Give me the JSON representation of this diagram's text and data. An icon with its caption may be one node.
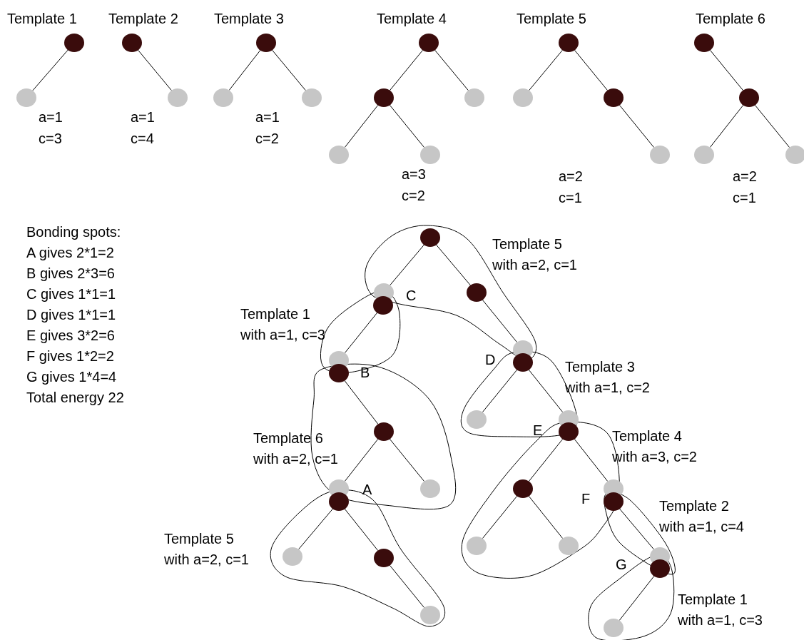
{
  "diagram": {
    "nodes": [
      {
        "text": [],
        "shape": "circle"
      },
      {
        "text": [],
        "shape": "circle"
      },
      {
        "text": [],
        "shape": "circle"
      },
      {
        "text": [],
        "shape": "circle"
      },
      {
        "text": [],
        "shape": "circle"
      },
      {
        "text": [],
        "shape": "circle"
      },
      {
        "text": [],
        "shape": "circle"
      },
      {
        "text": [],
        "shape": "circle"
      },
      {
        "text": [],
        "shape": "circle"
      },
      {
        "text": [],
        "shape": "circle"
      },
      {
        "text": [],
        "shape": "circle"
      },
      {
        "text": [],
        "shape": "circle"
      },
      {
        "text": [],
        "shape": "circle"
      },
      {
        "text": [],
        "shape": "circle"
      },
      {
        "text": [],
        "shape": "circle"
      },
      {
        "text": [],
        "shape": "circle"
      },
      {
        "text": [],
        "shape": "circle"
      },
      {
        "text": [],
        "shape": "circle"
      },
      {
        "text": [],
        "shape": "circle"
      },
      {
        "text": [],
        "shape": "circle"
      },
      {
        "text": [],
        "shape": "circle"
      },
      {
        "text": [],
        "shape": "circle"
      },
      {
        "text": [],
        "shape": "circle"
      },
      {
        "text": [],
        "shape": "circle"
      },
      {
        "text": [],
        "shape": "circle"
      },
      {
        "text": [],
        "shape": "circle"
      },
      {
        "text": [],
        "shape": "circle"
      },
      {
        "text": [],
        "shape": "circle"
      },
      {
        "text": [],
        "shape": "circle"
      },
      {
        "text": [],
        "shape": "circle"
      },
      {
        "text": [],
        "shape": "circle"
      },
      {
        "text": [],
        "shape": "circle"
      },
      {
        "text": [],
        "shape": "circle"
      },
      {
        "text": [],
        "shape": "circle"
      },
      {
        "text": [],
        "shape": "circle"
      },
      {
        "text": [],
        "shape": "circle"
      },
      {
        "text": [],
        "shape": "circle"
      },
      {
        "text": [],
        "shape": "circle"
      },
      {
        "text": [],
        "shape": "circle"
      },
      {
        "text": [],
        "shape": "circle"
      },
      {
        "text": [],
        "shape": "circle"
      },
      {
        "text": [],
        "shape": "circle"
      },
      {
        "text": [],
        "shape": "circle"
      },
      {
        "text": [],
        "shape": "circle"
      },
      {
        "text": [],
        "shape": "circle"
      },
      {
        "text": [],
        "shape": "circle"
      }
    ],
    "edges": [
      {
        "from": 0,
        "to": 1,
        "arrow": "none"
      },
      {
        "from": 2,
        "to": 3,
        "arrow": "none"
      },
      {
        "from": 4,
        "to": 5,
        "arrow": "none"
      },
      {
        "from": 4,
        "to": 6,
        "arrow": "none"
      },
      {
        "from": 7,
        "to": 8,
        "arrow": "none"
      },
      {
        "from": 7,
        "to": 9,
        "arrow": "none"
      },
      {
        "from": 8,
        "to": 10,
        "arrow": "none"
      },
      {
        "from": 8,
        "to": 11,
        "arrow": "none"
      },
      {
        "from": 12,
        "to": 13,
        "arrow": "none"
      },
      {
        "from": 12,
        "to": 14,
        "arrow": "none"
      },
      {
        "from": 14,
        "to": 15,
        "arrow": "none"
      },
      {
        "from": 16,
        "to": 17,
        "arrow": "none"
      },
      {
        "from": 17,
        "to": 18,
        "arrow": "none"
      },
      {
        "from": 17,
        "to": 19,
        "arrow": "none"
      },
      {
        "from": 20,
        "to": 21,
        "arrow": "none"
      },
      {
        "from": 20,
        "to": 22,
        "arrow": "none"
      },
      {
        "from": 22,
        "to": 23,
        "arrow": "none"
      },
      {
        "from": 24,
        "to": 25,
        "arrow": "none"
      },
      {
        "from": 26,
        "to": 27,
        "arrow": "none"
      },
      {
        "from": 27,
        "to": 28,
        "arrow": "none"
      },
      {
        "from": 27,
        "to": 29,
        "arrow": "none"
      },
      {
        "from": 30,
        "to": 31,
        "arrow": "none"
      },
      {
        "from": 30,
        "to": 32,
        "arrow": "none"
      },
      {
        "from": 33,
        "to": 34,
        "arrow": "none"
      },
      {
        "from": 33,
        "to": 35,
        "arrow": "none"
      },
      {
        "from": 34,
        "to": 36,
        "arrow": "none"
      },
      {
        "from": 34,
        "to": 37,
        "arrow": "none"
      },
      {
        "from": 38,
        "to": 39,
        "arrow": "none"
      },
      {
        "from": 38,
        "to": 40,
        "arrow": "none"
      },
      {
        "from": 40,
        "to": 41,
        "arrow": "none"
      },
      {
        "from": 42,
        "to": 43,
        "arrow": "none"
      },
      {
        "from": 44,
        "to": 45,
        "arrow": "none"
      }
    ],
    "labels": [
      "Template 1",
      "Template 2",
      "Template 3",
      "Template 4",
      "Template 5",
      "Template 6",
      "a=1",
      "c=3",
      "a=1",
      "c=4",
      "a=1",
      "c=2",
      "a=3",
      "c=2",
      "a=2",
      "c=1",
      "a=2",
      "c=1",
      "Bonding spots:",
      "A gives 2*1=2",
      "B gives 2*3=6",
      "C gives 1*1=1",
      "D gives 1*1=1",
      "E gives 3*2=6",
      "F gives 1*2=2",
      "G gives 1*4=4",
      "Total energy 22",
      "Template 5 with a=2, c=1",
      "C",
      "Template 1 with a=1, c=3",
      "D",
      "Template 3 with a=1, c=2",
      "B",
      "E",
      "Template 6 with a=2, c=1",
      "Template 4 with a=3, c=2",
      "A",
      "F",
      "Template 2 with a=1, c=4",
      "Template 5 with a=2, c=1",
      "G",
      "Template 1 with a=1, c=3"
    ]
  }
}
